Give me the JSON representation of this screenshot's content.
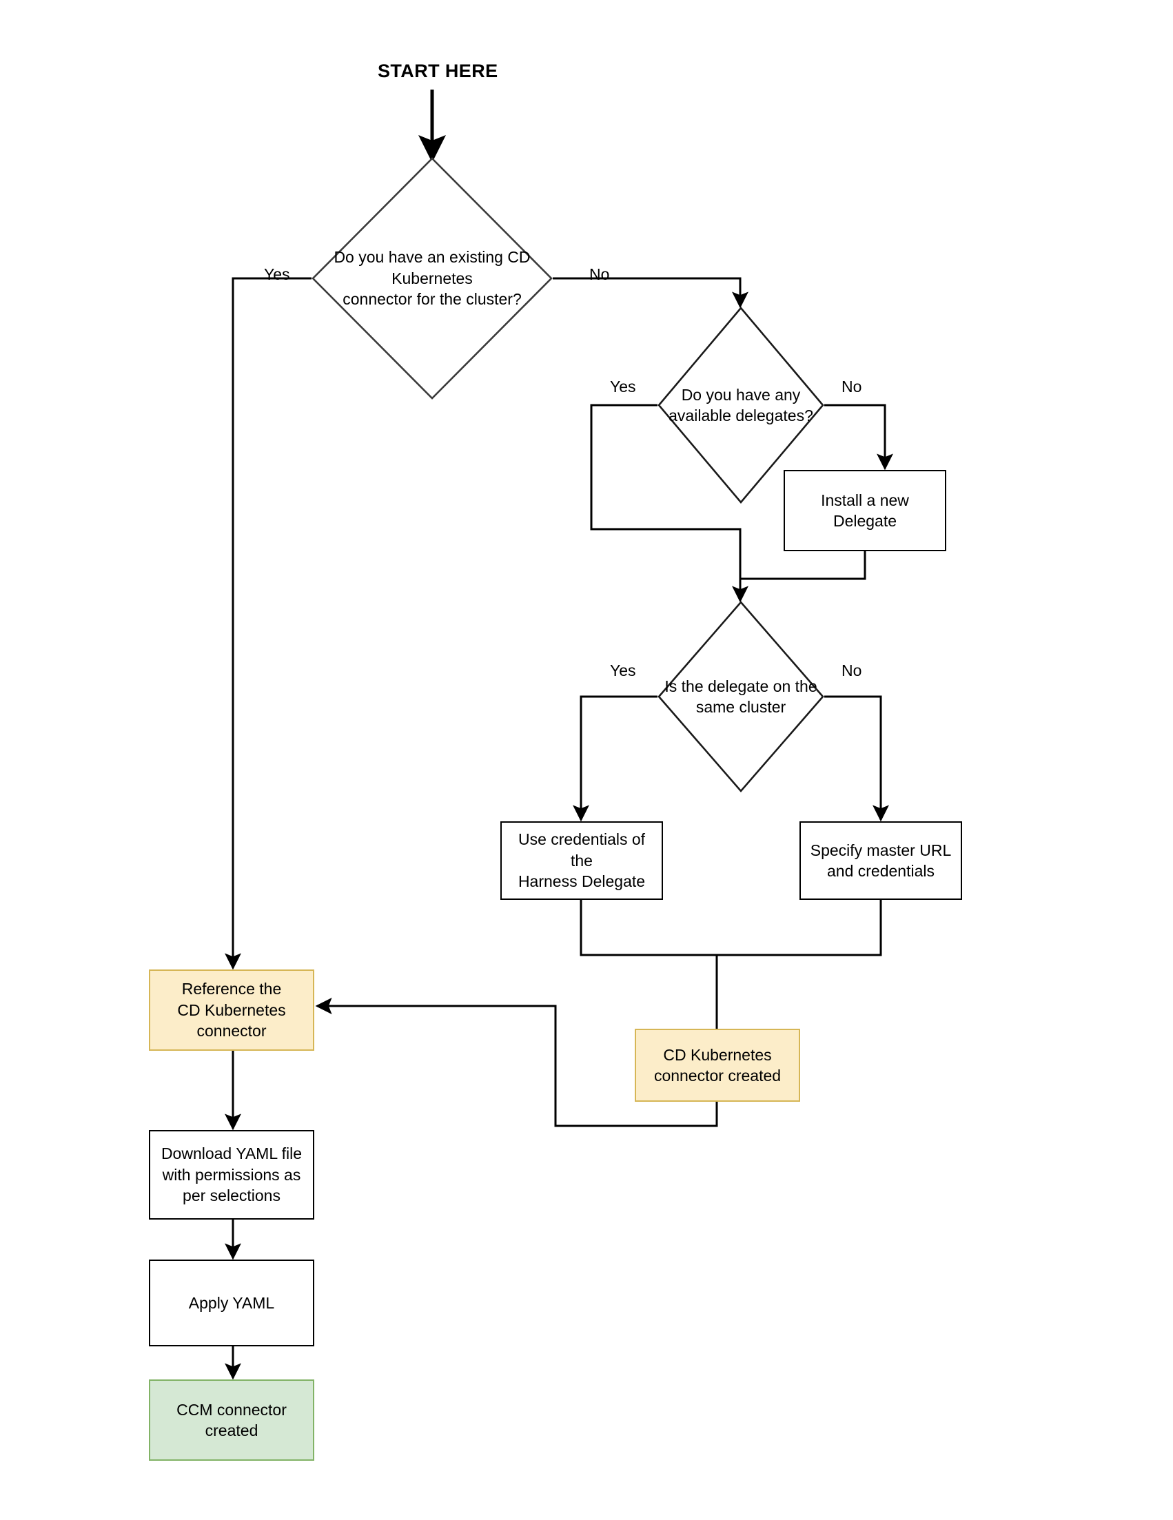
{
  "diagram": {
    "title": "START HERE",
    "type": "flowchart",
    "colors": {
      "stroke": "#000000",
      "canvas": "#ffffff",
      "yellow_fill": "#fcedc9",
      "yellow_stroke": "#d6b656",
      "green_fill": "#d5e8d4",
      "green_stroke": "#82b366"
    }
  },
  "nodes": {
    "start_label": "START HERE",
    "decision_existing_connector": {
      "line1": "Do you have an existing CD",
      "line2": "Kubernetes",
      "line3": "connector for the cluster?"
    },
    "decision_available_delegates": {
      "line1": "Do you have any",
      "line2": "available delegates?"
    },
    "decision_same_cluster": {
      "line1": "Is the delegate on the",
      "line2": "same cluster"
    },
    "install_delegate": {
      "line1": "Install a new",
      "line2": "Delegate"
    },
    "use_credentials": {
      "line1": "Use credentials of the",
      "line2": "Harness Delegate"
    },
    "specify_master_url": {
      "line1": "Specify master URL",
      "line2": "and credentials"
    },
    "reference_connector": {
      "line1": "Reference the",
      "line2": "CD Kubernetes",
      "line3": "connector"
    },
    "cd_connector_created": {
      "line1": "CD Kubernetes",
      "line2": "connector created"
    },
    "download_yaml": {
      "line1": "Download YAML file",
      "line2": "with permissions as",
      "line3": "per selections"
    },
    "apply_yaml": {
      "line1": "Apply YAML"
    },
    "ccm_connector_created": {
      "line1": "CCM connector",
      "line2": "created"
    }
  },
  "edge_labels": {
    "existing_yes": "Yes",
    "existing_no": "No",
    "delegates_yes": "Yes",
    "delegates_no": "No",
    "same_cluster_yes": "Yes",
    "same_cluster_no": "No"
  }
}
